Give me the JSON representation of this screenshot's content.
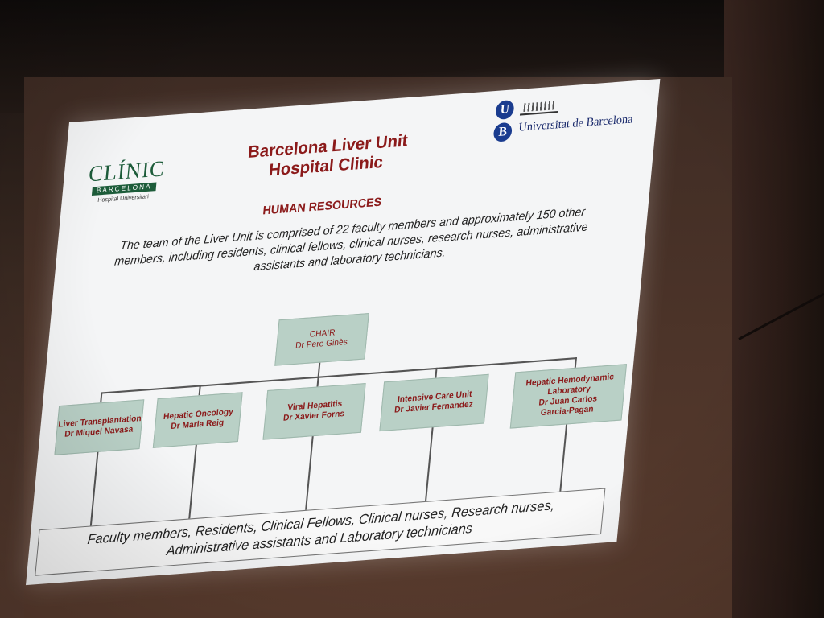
{
  "slide": {
    "title_line1": "Barcelona Liver Unit",
    "title_line2": "Hospital Clinic",
    "subtitle": "HUMAN RESOURCES",
    "intro_line1": "The team of the Liver Unit is comprised of 22 faculty members and approximately 150 other",
    "intro_line2": "members, including residents, clinical fellows, clinical nurses, research nurses, administrative",
    "intro_line3": "assistants and laboratory technicians.",
    "logo_clinic": {
      "brand": "CLÍNIC",
      "bar": "BARCELONA",
      "sub": "Hospital Universitari"
    },
    "logo_ub": {
      "letter_u": "U",
      "letter_b": "B",
      "name": "Universitat de Barcelona"
    },
    "chair": {
      "role": "CHAIR",
      "name": "Dr Pere Ginès"
    },
    "units": [
      {
        "line1": "Liver Transplantation",
        "line2": "Dr Miquel Navasa"
      },
      {
        "line1": "Hepatic Oncology",
        "line2": "Dr Maria Reig"
      },
      {
        "line1": "Viral Hepatitis",
        "line2": "Dr Xavier Forns"
      },
      {
        "line1": "Intensive Care Unit",
        "line2": "Dr Javier Fernandez"
      },
      {
        "line1": "Hepatic Hemodynamic",
        "line2": "Laboratory",
        "line3": "Dr Juan Carlos",
        "line4": "Garcia-Pagan"
      }
    ],
    "staff_line1": "Faculty members, Residents, Clinical Fellows, Clinical nurses, Research nurses,",
    "staff_line2": "Administrative assistants and Laboratory technicians",
    "colors": {
      "title": "#8b1a1a",
      "box_fill": "#b9d0c6",
      "clinic_green": "#1d5c3a",
      "ub_blue": "#1a3c8f"
    }
  }
}
